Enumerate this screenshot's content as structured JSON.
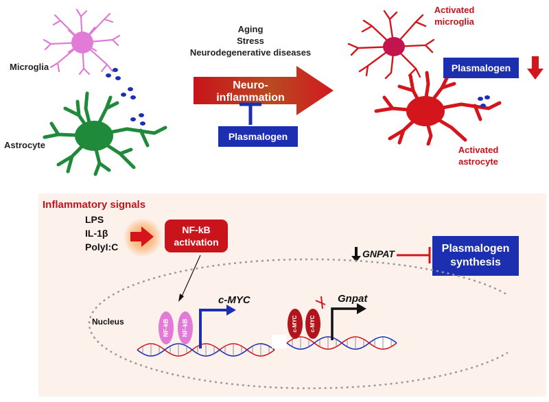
{
  "top": {
    "microglia_label": "Microglia",
    "astrocyte_label": "Astrocyte",
    "triggers": [
      "Aging",
      "Stress",
      "Neurodegenerative diseases"
    ],
    "arrow_label": "Neuro-inflammation",
    "inhibitor_box": "Plasmalogen",
    "activated_microglia_label": "Activated\nmicroglia",
    "activated_astrocyte_label": "Activated\nastrocyte",
    "plasmalogen_box": "Plasmalogen"
  },
  "bottom": {
    "inflammatory_title": "Inflammatory signals",
    "signals": [
      "LPS",
      "IL-1β",
      "PolyI:C"
    ],
    "nfkb_box": "NF-kB\nactivation",
    "gnpat_label": "GNPAT",
    "synthesis_box": "Plasmalogen\nsynthesis",
    "nucleus_label": "Nucleus",
    "cmyc_gene_label": "c-MYC",
    "gnpat_gene_label": "Gnpat",
    "nfkb_protein_label": "NF-kB",
    "cmyc_protein_label": "c-MYC"
  },
  "colors": {
    "microglia": "#e27ad8",
    "astrocyte": "#1f8a3a",
    "activated": "#d4151c",
    "blue_box": "#1b2fb0",
    "panel_bg": "#fdf1ec"
  }
}
